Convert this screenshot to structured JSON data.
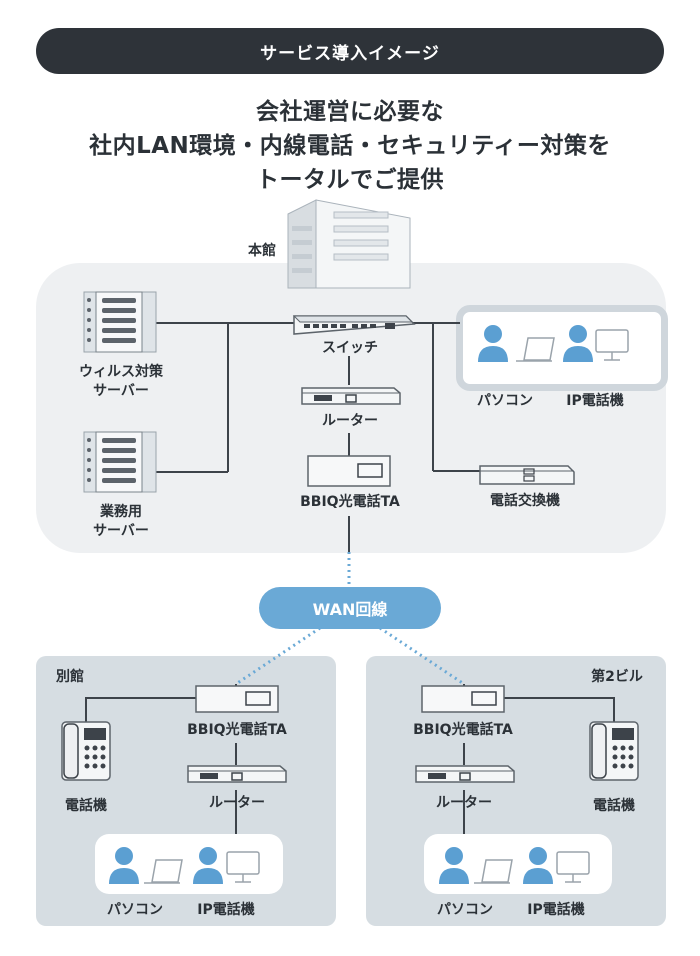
{
  "banner": {
    "title": "サービス導入イメージ"
  },
  "headline": {
    "line1": "会社運営に必要な",
    "line2": "社内LAN環境・内線電話・セキュリティー対策を",
    "line3": "トータルでご提供"
  },
  "main_building": {
    "title": "本館",
    "antivirus_server": [
      "ウィルス対策",
      "サーバー"
    ],
    "business_server": [
      "業務用",
      "サーバー"
    ],
    "switch_label": "スイッチ",
    "router_label": "ルーター",
    "ta_label": "BBIQ光電話TA",
    "pbx_label": "電話交換機",
    "pc_label": "パソコン",
    "ip_phone_label": "IP電話機"
  },
  "wan": {
    "label": "WAN回線"
  },
  "annex": {
    "title": "別館",
    "ta_label": "BBIQ光電話TA",
    "router_label": "ルーター",
    "phone_label": "電話機",
    "pc_label": "パソコン",
    "ip_phone_label": "IP電話機"
  },
  "building2": {
    "title": "第2ビル",
    "ta_label": "BBIQ光電話TA",
    "router_label": "ルーター",
    "phone_label": "電話機",
    "pc_label": "パソコン",
    "ip_phone_label": "IP電話機"
  },
  "colors": {
    "dark": "#2e3339",
    "accent_blue": "#5b9fd2",
    "panel_light": "#eef0f2",
    "panel_sub": "#d6dde2"
  }
}
